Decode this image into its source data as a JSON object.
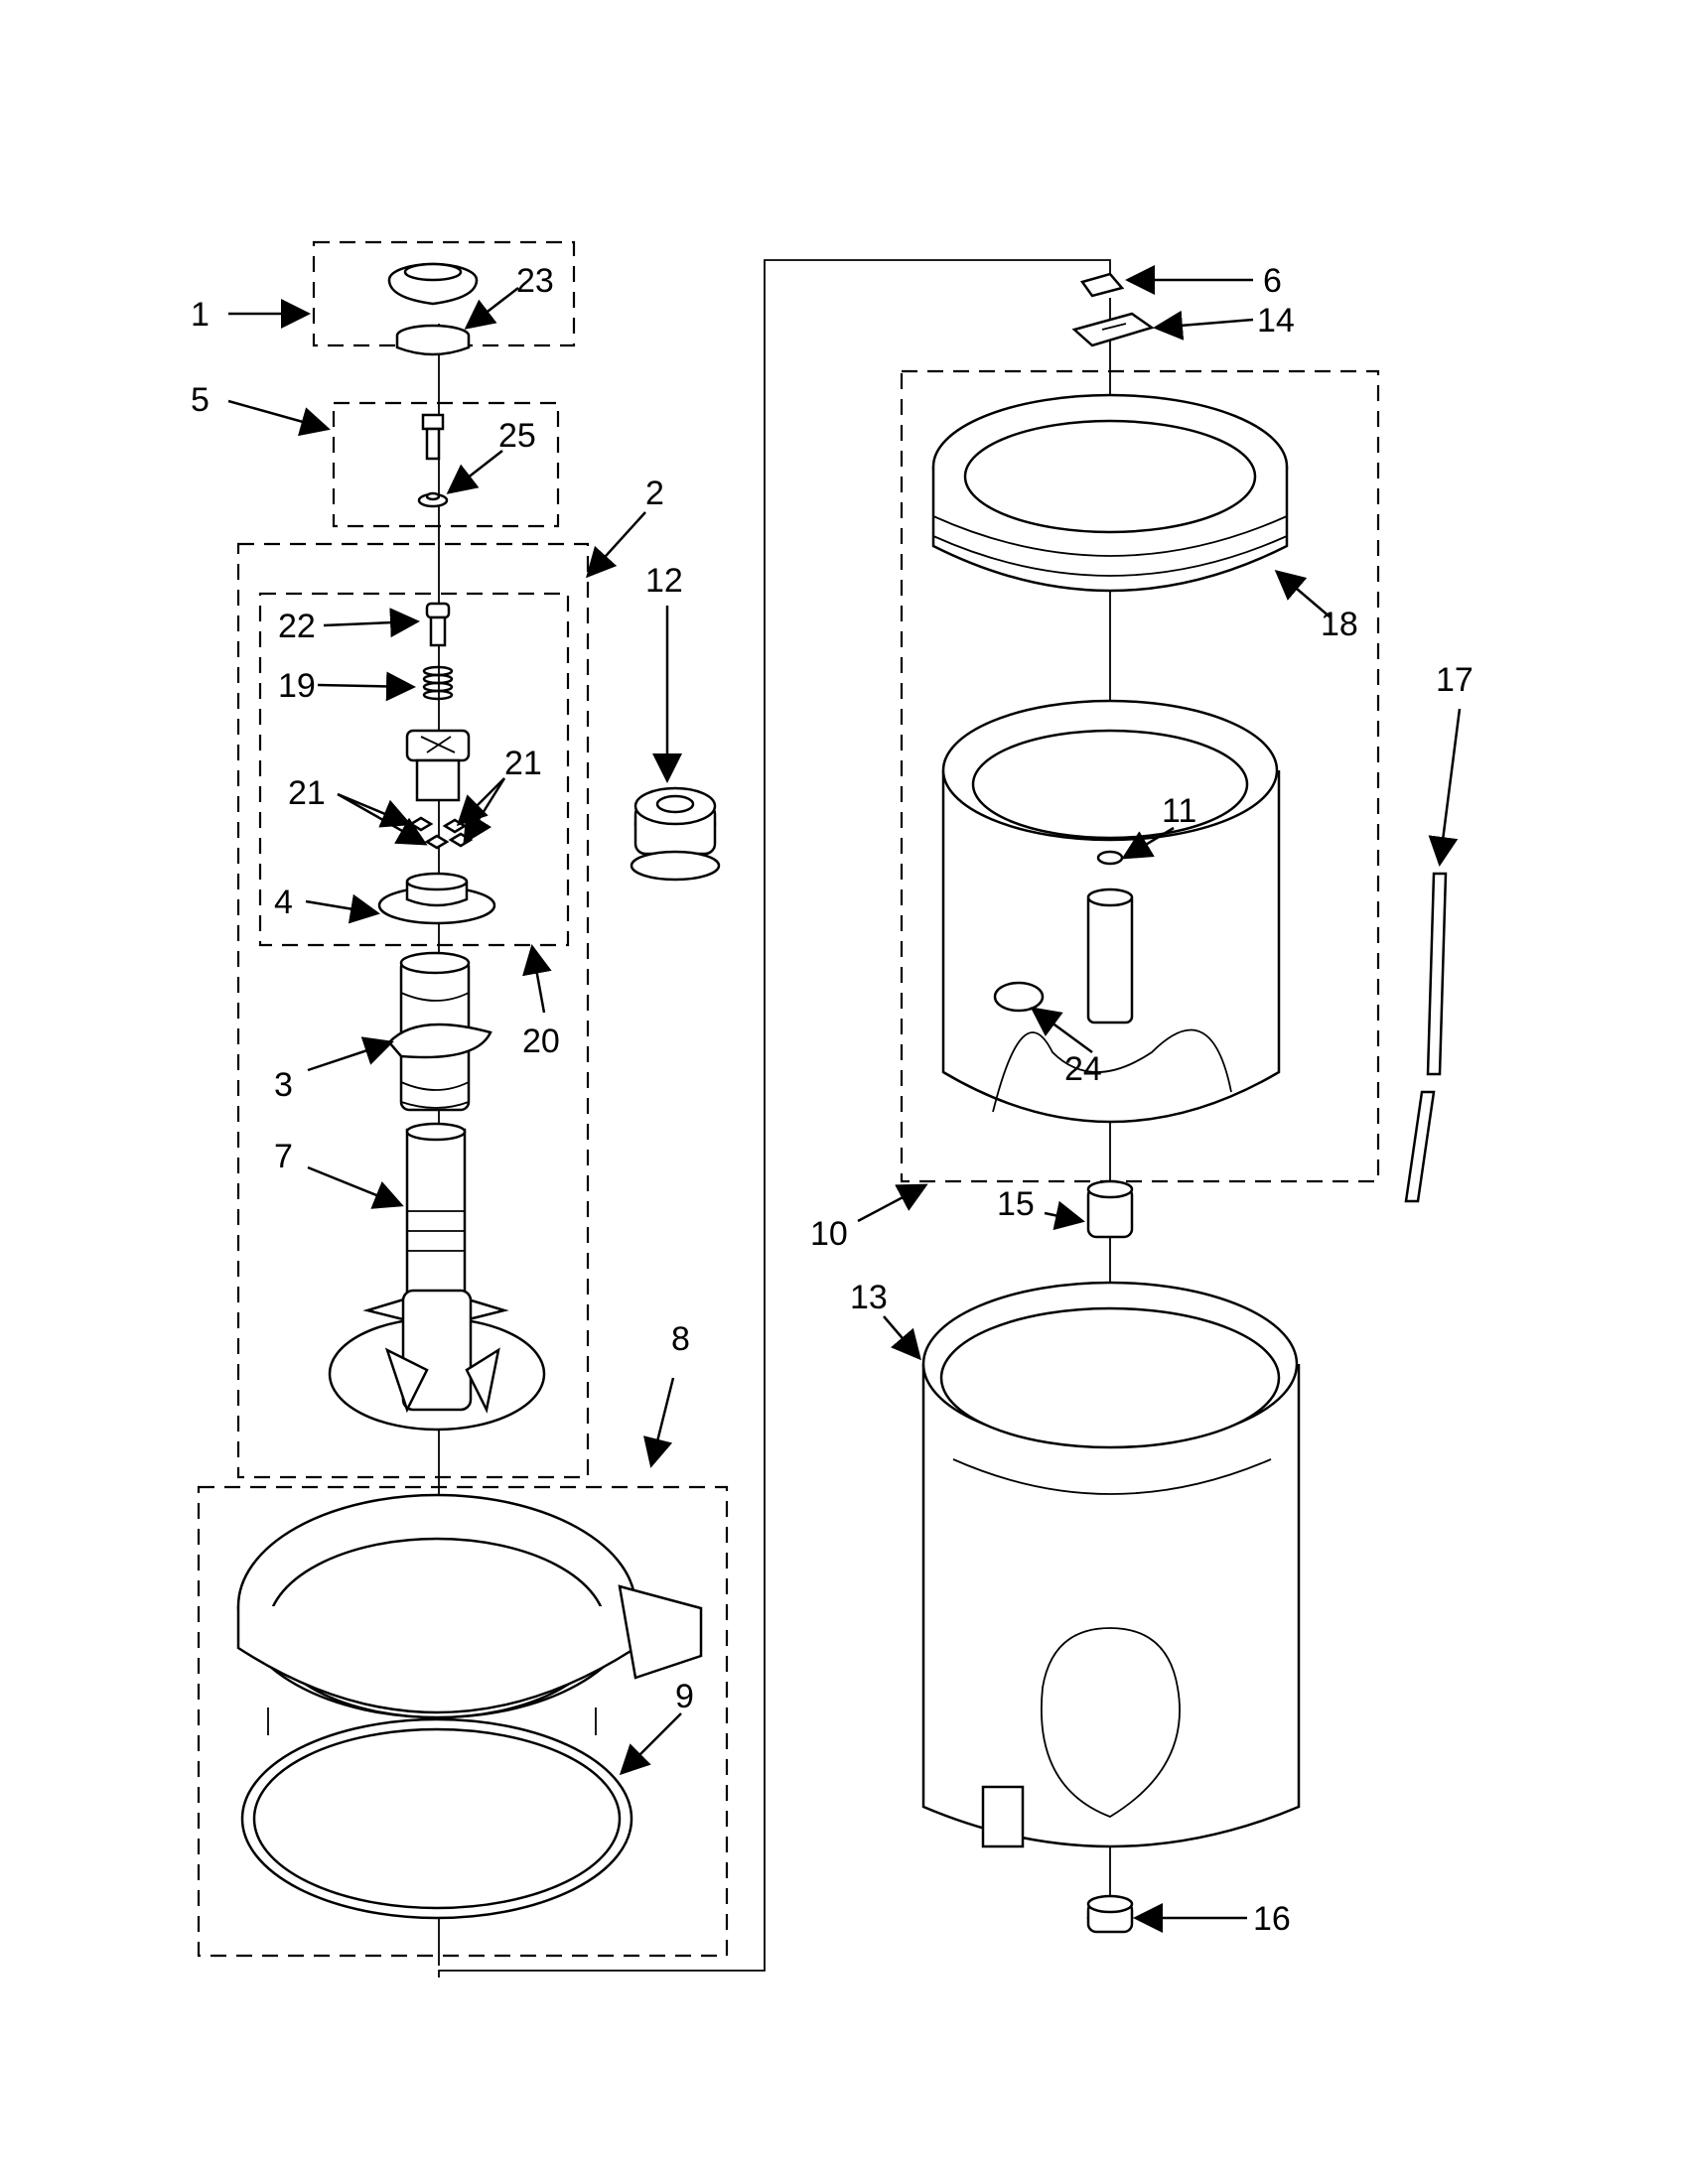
{
  "labels": {
    "l1": "1",
    "l2": "2",
    "l3": "3",
    "l4": "4",
    "l5": "5",
    "l6": "6",
    "l7": "7",
    "l8": "8",
    "l9": "9",
    "l10": "10",
    "l11": "11",
    "l12": "12",
    "l13": "13",
    "l14": "14",
    "l15": "15",
    "l16": "16",
    "l17": "17",
    "l18": "18",
    "l19": "19",
    "l20": "20",
    "l21a": "21",
    "l21b": "21",
    "l22": "22",
    "l23": "23",
    "l24": "24",
    "l25": "25"
  }
}
